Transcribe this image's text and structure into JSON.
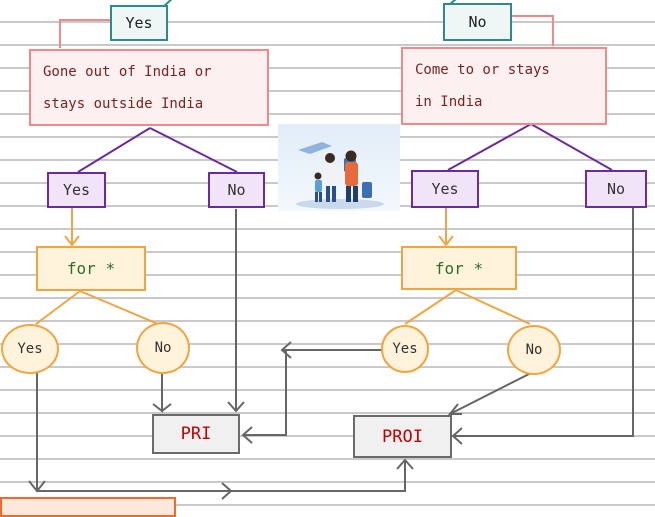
{
  "nodes": {
    "top_yes": "Yes",
    "top_no": "No",
    "out_line1": "Gone out of India or",
    "out_line2": "stays outside India",
    "in_line1": "Come to or stays",
    "in_line2": "in India",
    "left_yes": "Yes",
    "left_no": "No",
    "right_yes": "Yes",
    "right_no": "No",
    "left_for": "for *",
    "right_for": "for *",
    "left_circle_yes": "Yes",
    "left_circle_no": "No",
    "right_circle_yes": "Yes",
    "right_circle_no": "No",
    "pri": "PRI",
    "proi": "PROI"
  },
  "colors": {
    "teal": "#2f8a8a",
    "pink": "#f08a8a",
    "purple": "#6a2c9c",
    "orange": "#f0a640",
    "gray": "#6a6a6a",
    "red_text": "#c00000"
  },
  "image": "travelers-illustration"
}
